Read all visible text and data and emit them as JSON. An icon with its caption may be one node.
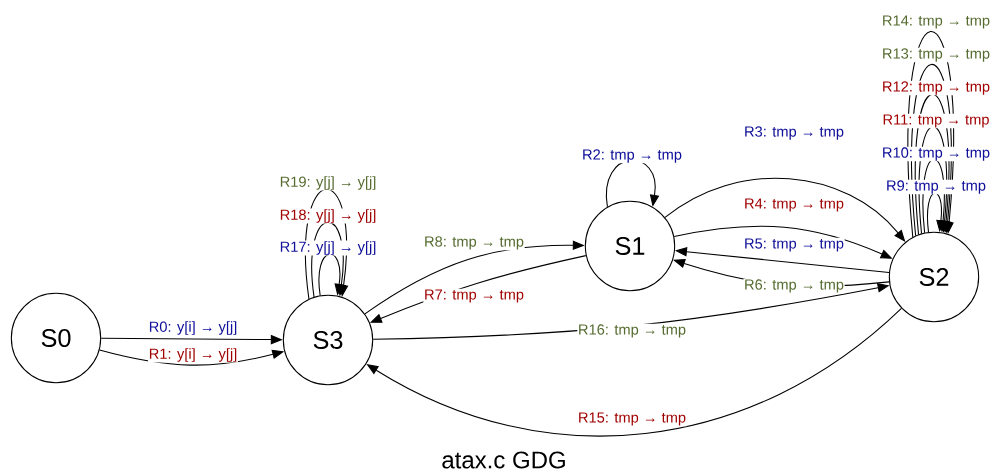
{
  "diagram": {
    "title": "atax.c GDG",
    "nodes": [
      {
        "text": [
          "S0"
        ]
      },
      {
        "text": [
          "S1"
        ]
      },
      {
        "text": [
          "S2"
        ]
      },
      {
        "text": [
          "S3"
        ]
      }
    ],
    "edges": [
      {
        "from": 0,
        "to": 3,
        "arrow": "to",
        "label": "R0: y[i] → y[j]"
      },
      {
        "from": 0,
        "to": 3,
        "arrow": "to",
        "label": "R1: y[i] → y[j]"
      },
      {
        "from": 1,
        "to": 1,
        "arrow": "to",
        "label": "R2: tmp → tmp"
      },
      {
        "from": 1,
        "to": 2,
        "arrow": "to",
        "label": "R3: tmp → tmp"
      },
      {
        "from": 1,
        "to": 2,
        "arrow": "to",
        "label": "R4: tmp → tmp"
      },
      {
        "from": 2,
        "to": 1,
        "arrow": "to",
        "label": "R5: tmp → tmp"
      },
      {
        "from": 2,
        "to": 1,
        "arrow": "to",
        "label": "R6: tmp → tmp"
      },
      {
        "from": 1,
        "to": 3,
        "arrow": "to",
        "label": "R7: tmp → tmp"
      },
      {
        "from": 3,
        "to": 1,
        "arrow": "to",
        "label": "R8: tmp → tmp"
      },
      {
        "from": 2,
        "to": 2,
        "arrow": "to",
        "label": "R9: tmp → tmp"
      },
      {
        "from": 2,
        "to": 2,
        "arrow": "to",
        "label": "R10: tmp → tmp"
      },
      {
        "from": 2,
        "to": 2,
        "arrow": "to",
        "label": "R11: tmp → tmp"
      },
      {
        "from": 2,
        "to": 2,
        "arrow": "to",
        "label": "R12: tmp → tmp"
      },
      {
        "from": 2,
        "to": 2,
        "arrow": "to",
        "label": "R13: tmp → tmp"
      },
      {
        "from": 2,
        "to": 2,
        "arrow": "to",
        "label": "R14: tmp → tmp"
      },
      {
        "from": 2,
        "to": 3,
        "arrow": "to",
        "label": "R15: tmp → tmp"
      },
      {
        "from": 3,
        "to": 2,
        "arrow": "to",
        "label": "R16: tmp → tmp"
      },
      {
        "from": 3,
        "to": 3,
        "arrow": "to",
        "label": "R17: y[j] → y[j]"
      },
      {
        "from": 3,
        "to": 3,
        "arrow": "to",
        "label": "R18: y[j] → y[j]"
      },
      {
        "from": 3,
        "to": 3,
        "arrow": "to",
        "label": "R19: y[j] → y[j]"
      }
    ]
  }
}
